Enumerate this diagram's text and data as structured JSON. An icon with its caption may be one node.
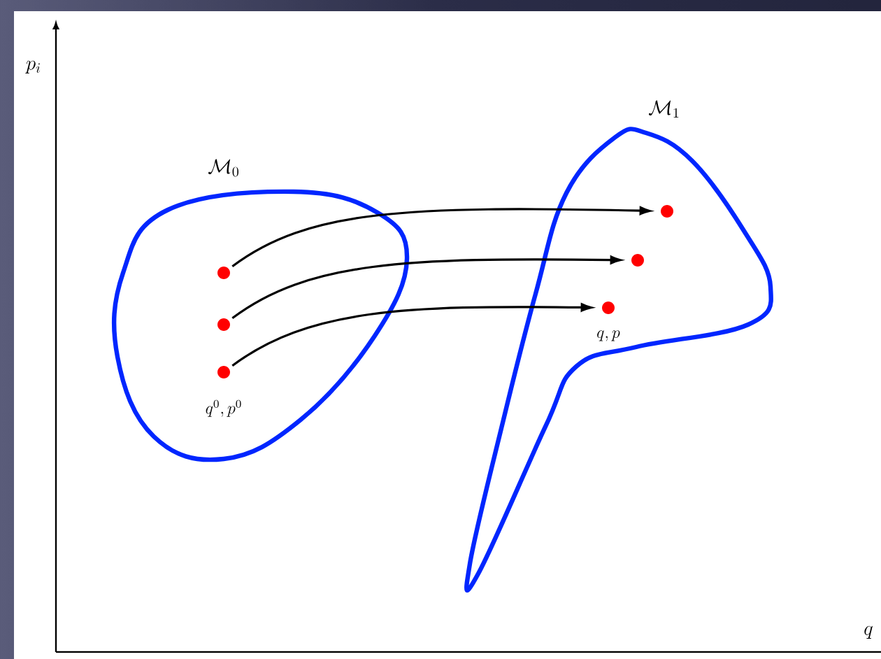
{
  "diagram": {
    "nodes": [
      {
        "text": [
          "\\mathcal{M}_0"
        ]
      },
      {
        "text": [],
        "shape": "circle",
        "in": 0
      },
      {
        "text": [],
        "shape": "circle",
        "in": 0
      },
      {
        "text": [],
        "shape": "circle",
        "in": 0,
        "beside": [
          "q^0,p^0"
        ]
      },
      {
        "text": [
          "\\mathcal{M}_1"
        ]
      },
      {
        "text": [],
        "shape": "circle",
        "in": 4
      },
      {
        "text": [],
        "shape": "circle",
        "in": 4
      },
      {
        "text": [],
        "shape": "circle",
        "in": 4,
        "beside": [
          "q,p"
        ]
      }
    ],
    "edges": [
      {
        "from": 1,
        "to": 5,
        "arrow": "to"
      },
      {
        "from": 2,
        "to": 6,
        "arrow": "to"
      },
      {
        "from": 3,
        "to": 7,
        "arrow": "to"
      }
    ],
    "labels": [
      "p_i",
      "q"
    ]
  }
}
